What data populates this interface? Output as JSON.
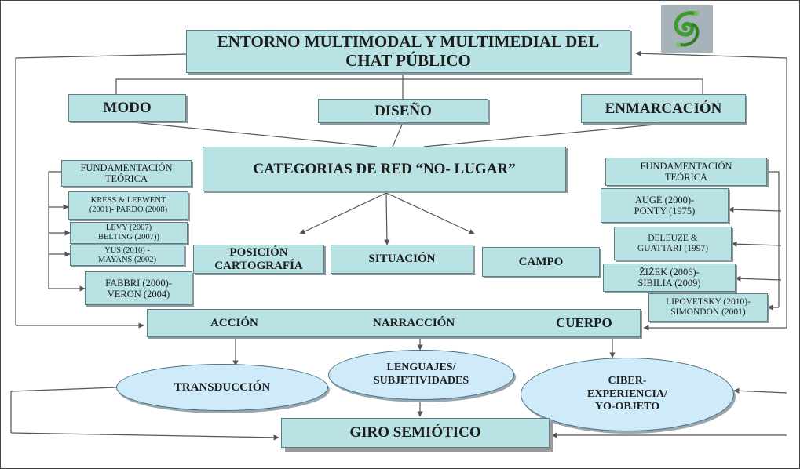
{
  "title": {
    "line1": "ENTORNO MULTIMODAL Y MULTIMEDIAL DEL",
    "line2": "CHAT PÚBLICO"
  },
  "top_categories": {
    "modo": "MODO",
    "diseno": "DISEÑO",
    "enmarcacion": "ENMARCACIÓN"
  },
  "categorias": "CATEGORIAS DE RED “NO- LUGAR”",
  "sub_categories": {
    "posicion_line1": "POSICIÓN",
    "posicion_line2": "CARTOGRAFÍA",
    "situacion": "SITUACIÓN",
    "campo": "CAMPO"
  },
  "left_theory": {
    "header_line1": "FUNDAMENTACIÓN",
    "header_line2": "TEÓRICA",
    "kress_line1": "KRESS & LEEWENT",
    "kress_line2": "(2001)- PARDO (2008)",
    "levy_line1": "LEVY (2007)",
    "levy_line2": "BELTING (2007))",
    "yus_line1": "YUS (2010)  -",
    "yus_line2": "MAYANS (2002)",
    "fabbri_line1": "FABBRI (2000)-",
    "fabbri_line2": "VERON (2004)"
  },
  "right_theory": {
    "header_line1": "FUNDAMENTACIÓN",
    "header_line2": "TEÓRICA",
    "auge_line1": "AUGÉ (2000)-",
    "auge_line2": "PONTY (1975)",
    "deleuze_line1": "DELEUZE  &",
    "deleuze_line2": "GUATTARI  (1997)",
    "zizek_line1": "ŽIŽEK (2006)-",
    "zizek_line2": "SIBILIA (2009)",
    "lipovetsky_line1": "LIPOVETSKY (2010)-",
    "lipovetsky_line2": "SIMONDON (2001)"
  },
  "bar": {
    "accion": "ACCIÓN",
    "narraccion": "NARRACCIÓN",
    "cuerpo": "CUERPO"
  },
  "ovals": {
    "transduccion": "TRANSDUCCIÓN",
    "lenguajes_line1": "LENGUAJES/",
    "lenguajes_line2": "SUBJETIVIDADES",
    "ciber_line1": "CIBER-",
    "ciber_line2": "EXPERIENCIA/",
    "ciber_line3": "YO-OBJETO"
  },
  "giro": "GIRO SEMIÓTICO",
  "colors": {
    "box_fill": "#b9e2e4",
    "oval_fill": "#cfeaf8",
    "line": "#555555"
  },
  "icons": {
    "logo": "green-spiral-fractal-icon"
  }
}
